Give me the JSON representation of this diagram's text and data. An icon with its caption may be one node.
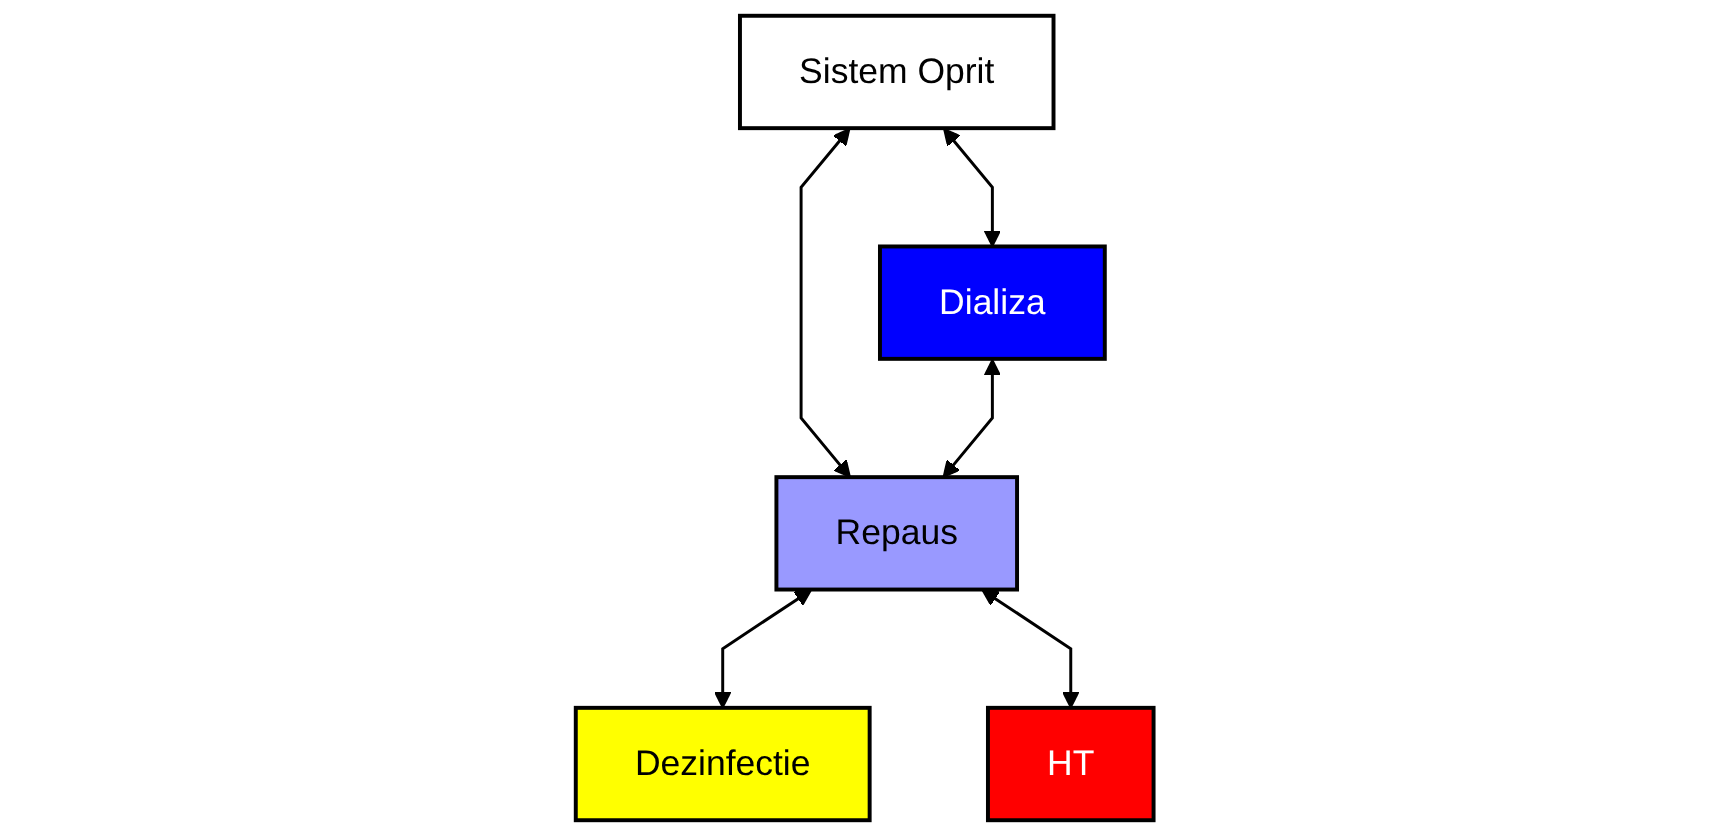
{
  "diagram": {
    "nodes": [
      {
        "text": [
          "Sistem Oprit"
        ]
      },
      {
        "text": [
          "Dializa"
        ]
      },
      {
        "text": [
          "Repaus"
        ]
      },
      {
        "text": [
          "Dezinfectie"
        ]
      },
      {
        "text": [
          "HT"
        ]
      }
    ],
    "edges": [
      {
        "from": 0,
        "to": 1,
        "arrow": "both"
      },
      {
        "from": 0,
        "to": 2,
        "arrow": "both"
      },
      {
        "from": 1,
        "to": 2,
        "arrow": "both"
      },
      {
        "from": 2,
        "to": 3,
        "arrow": "both"
      },
      {
        "from": 2,
        "to": 4,
        "arrow": "both"
      }
    ]
  }
}
